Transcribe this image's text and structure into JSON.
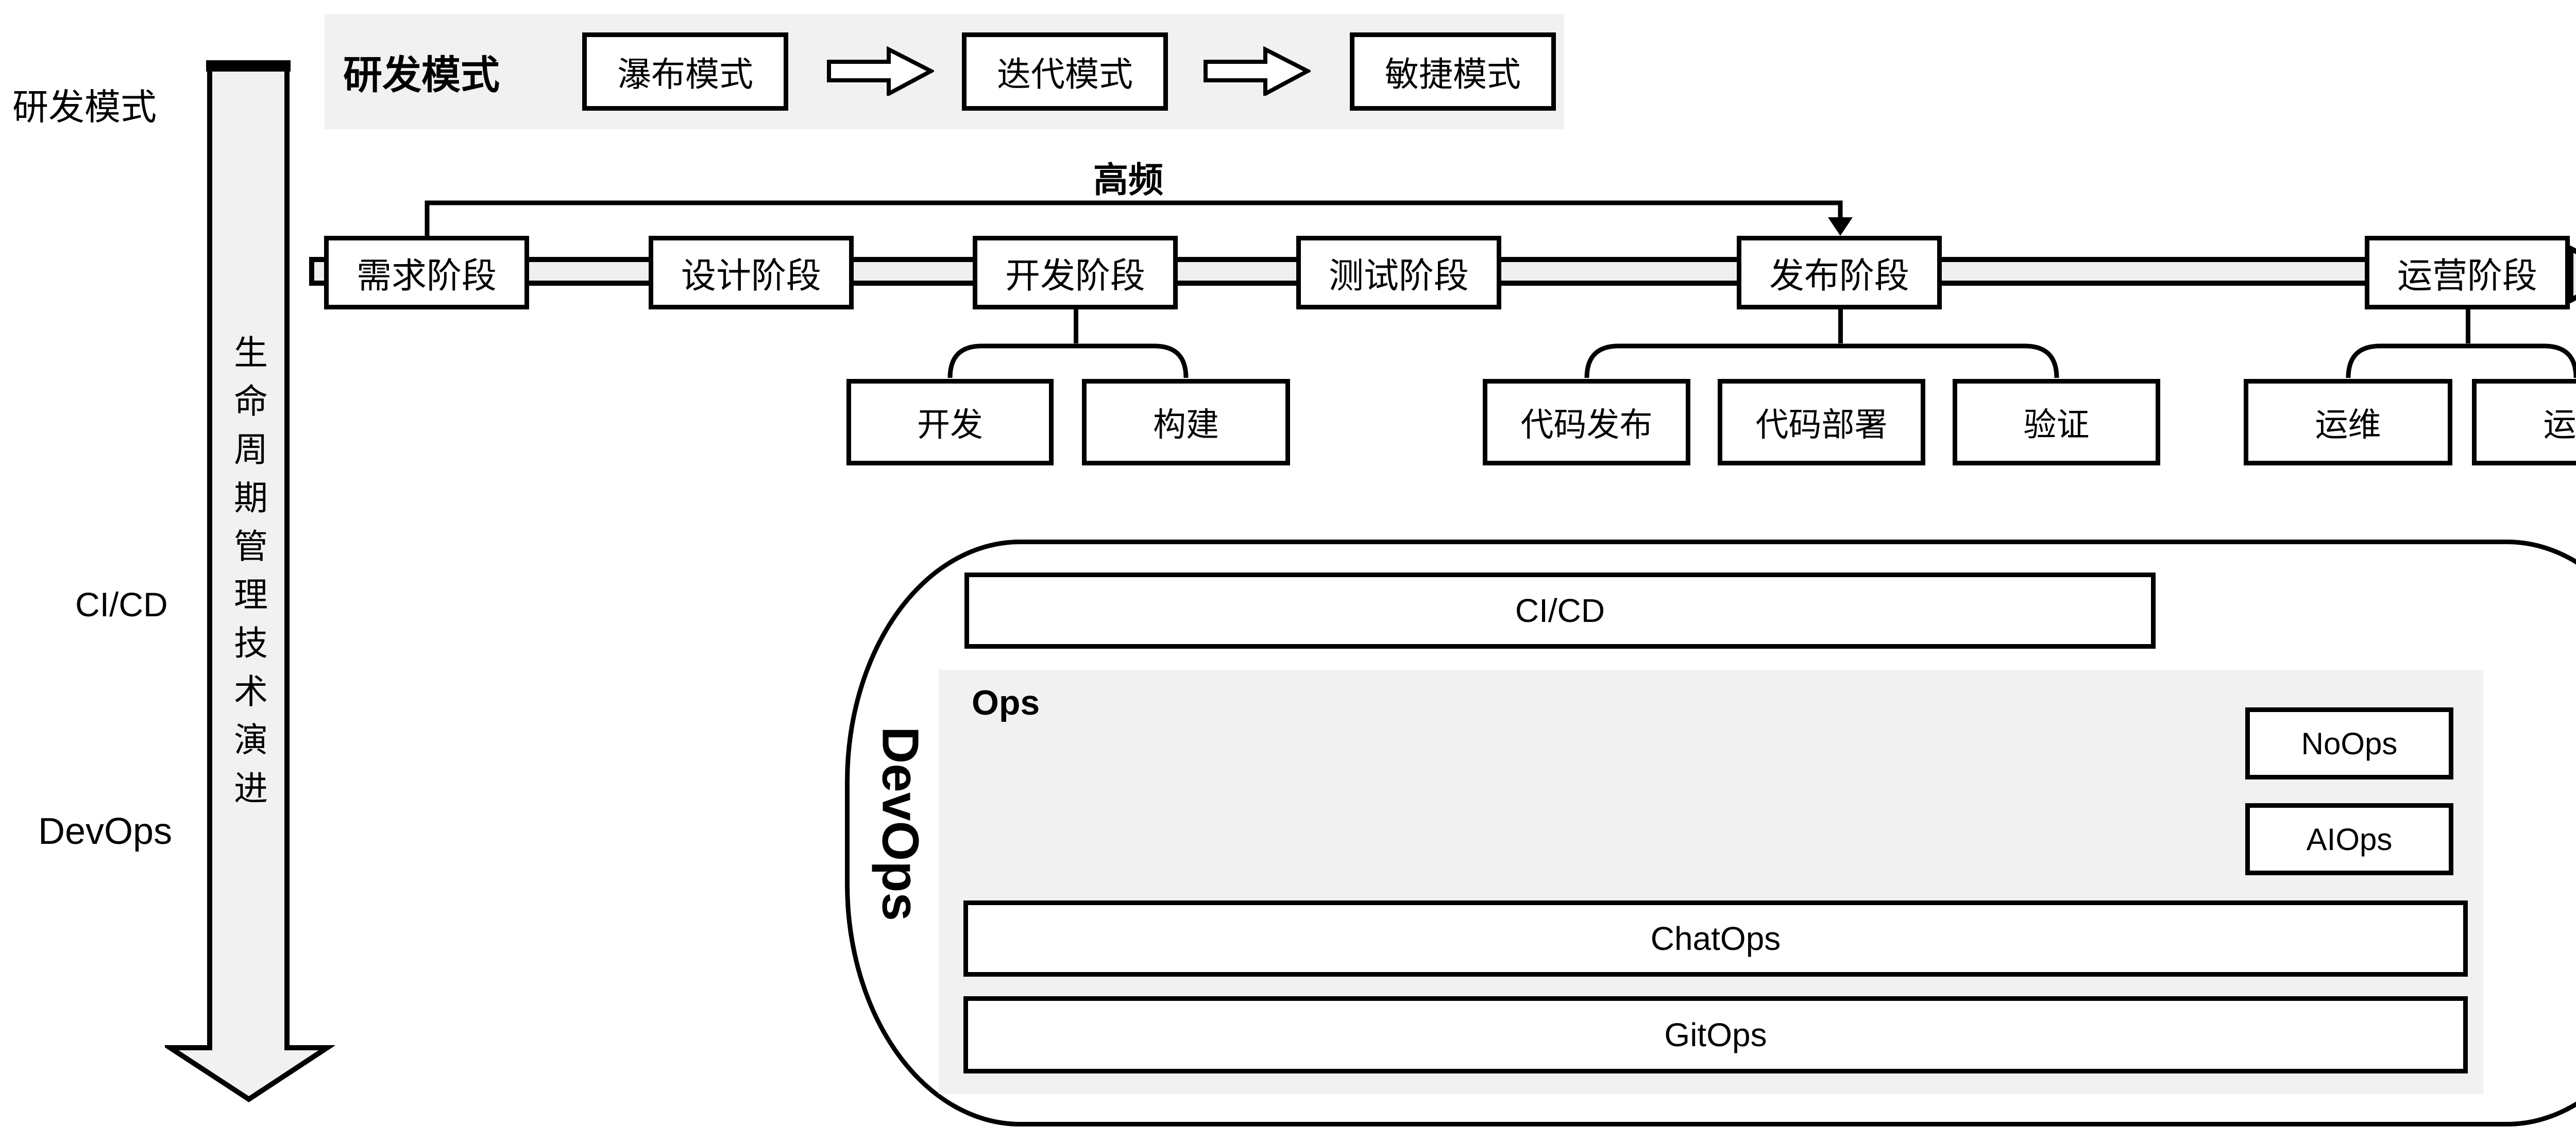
{
  "diagram": {
    "left_rail": {
      "top_label": "研发模式",
      "arrow_label": "生命周期管理技术演进",
      "cicd_label": "CI/CD",
      "devops_label": "DevOps"
    },
    "banner": {
      "title": "研发模式",
      "modes": [
        "瀑布模式",
        "迭代模式",
        "敏捷模式"
      ]
    },
    "pipeline": {
      "feedback_label": "高频",
      "stages": [
        "需求阶段",
        "设计阶段",
        "开发阶段",
        "测试阶段",
        "发布阶段",
        "运营阶段"
      ],
      "sub_groups": [
        {
          "parent": "开发阶段",
          "items": [
            "开发",
            "构建"
          ]
        },
        {
          "parent": "发布阶段",
          "items": [
            "代码发布",
            "代码部署",
            "验证"
          ]
        },
        {
          "parent": "运营阶段",
          "items": [
            "运维",
            "运营"
          ]
        }
      ]
    },
    "devops": {
      "label": "DevOps",
      "cicd_bar": "CI/CD",
      "ops": {
        "label": "Ops",
        "side_boxes": [
          "NoOps",
          "AIOps"
        ],
        "bars": [
          "ChatOps",
          "GitOps"
        ]
      }
    },
    "colors": {
      "ink": "#000000",
      "panel_gray": "#f1f1f1",
      "band_gray": "#efefef",
      "box_white": "#ffffff"
    }
  }
}
